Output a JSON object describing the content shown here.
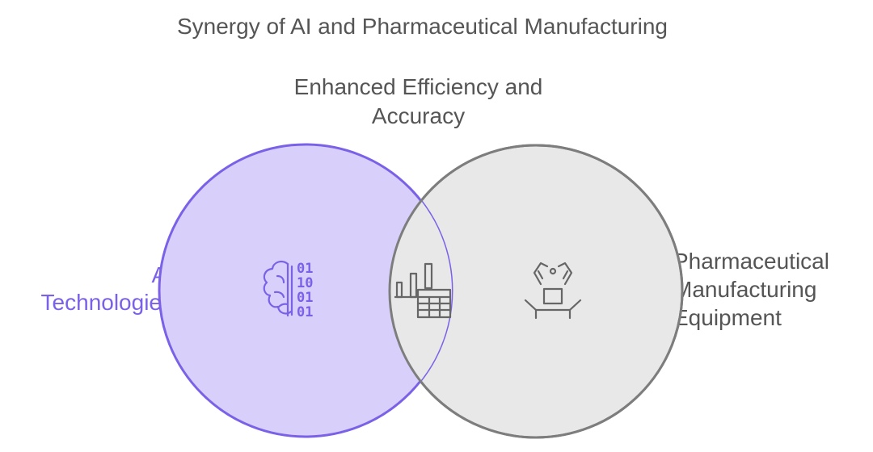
{
  "title": "Synergy of AI and Pharmaceutical Manufacturing",
  "sets": {
    "left": {
      "lines": [
        "AI",
        "Technologies"
      ],
      "icon": "brain-binary-icon",
      "color": "#7b61e8",
      "fill": "#d8d0fb"
    },
    "right": {
      "lines": [
        "Pharmaceutical",
        "Manufacturing",
        "Equipment"
      ],
      "icon": "robotic-arm-icon",
      "color": "#7d7d7d",
      "fill": "#e8e8e8"
    }
  },
  "intersection": {
    "lines": [
      "Enhanced Efficiency and",
      "Accuracy"
    ],
    "icon": "analytics-chart-icon"
  },
  "binary_digits": [
    "01",
    "10",
    "01",
    "01"
  ]
}
